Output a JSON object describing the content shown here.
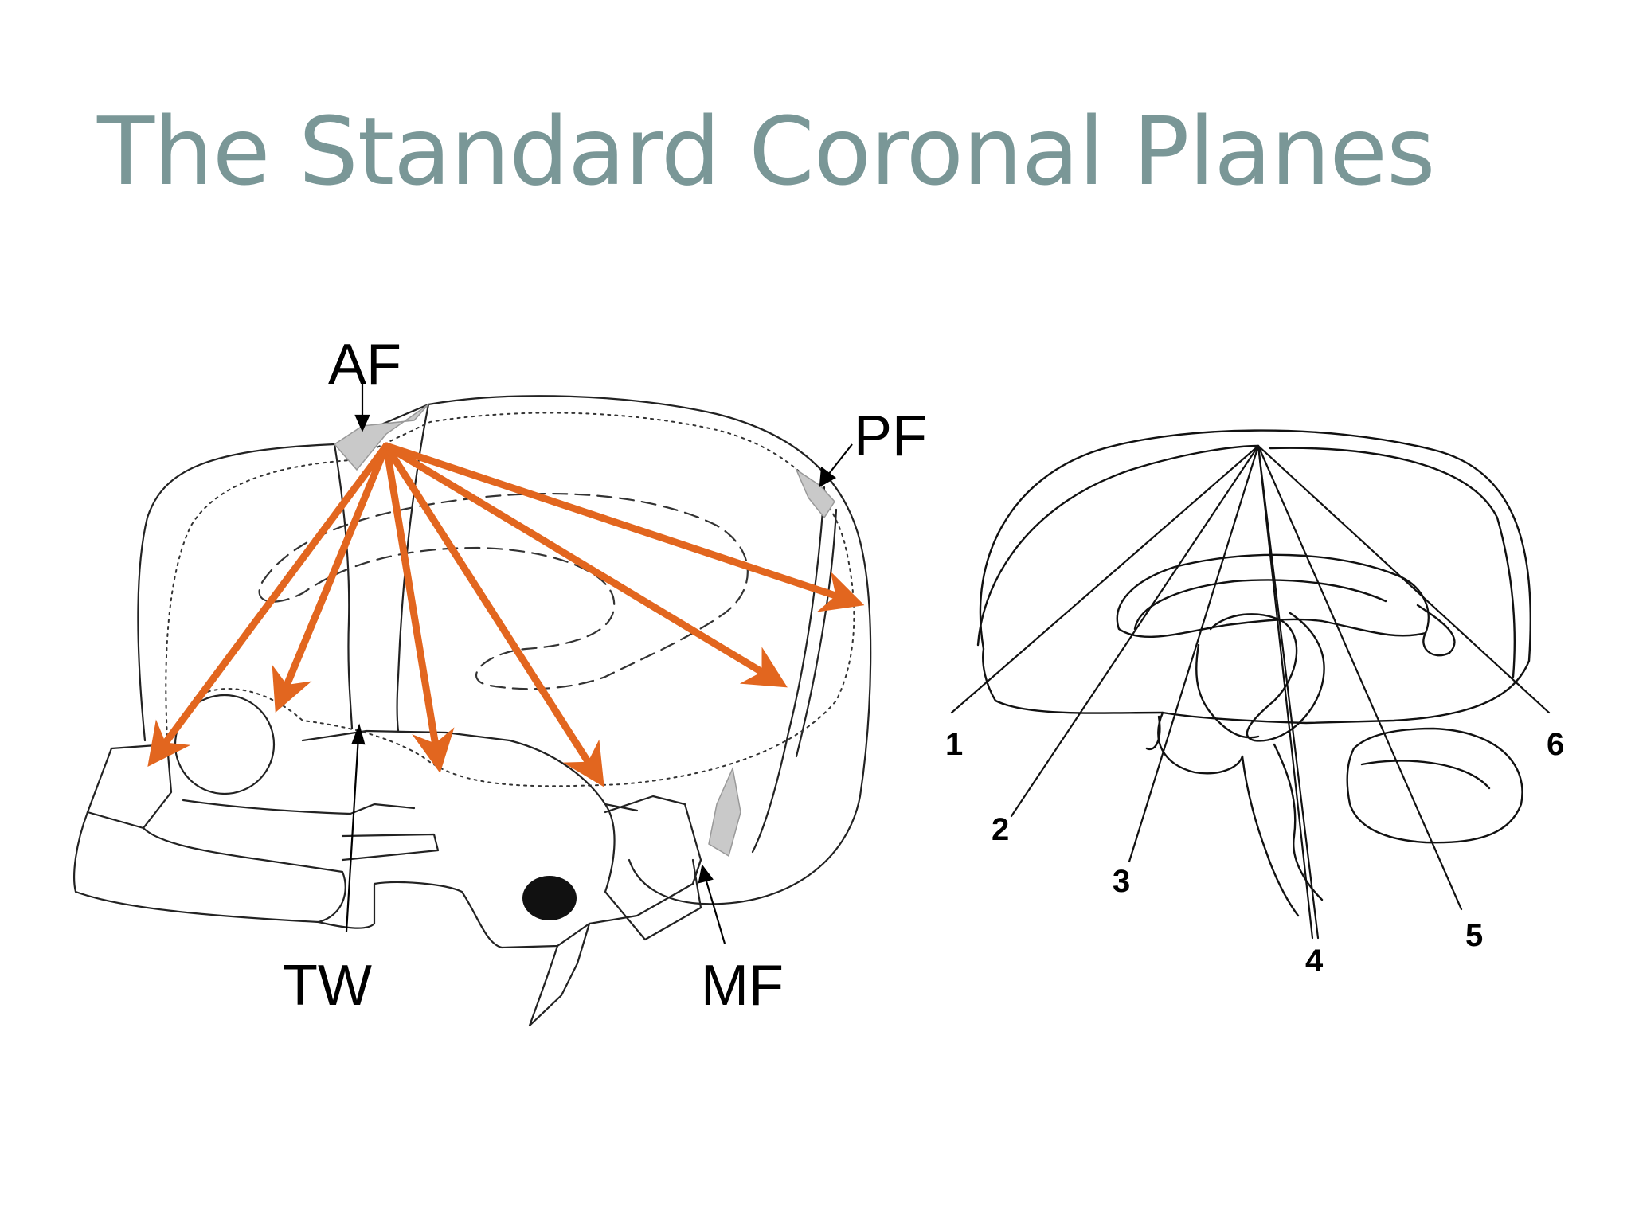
{
  "slide": {
    "title": "The Standard Coronal Planes",
    "title_color": "#7a9797"
  },
  "skull_figure": {
    "labels": {
      "af": "AF",
      "pf": "PF",
      "tw": "TW",
      "mf": "MF"
    },
    "arrow_color": "#e2661f"
  },
  "brain_figure": {
    "plane_labels": [
      "1",
      "2",
      "3",
      "4",
      "5",
      "6"
    ]
  }
}
